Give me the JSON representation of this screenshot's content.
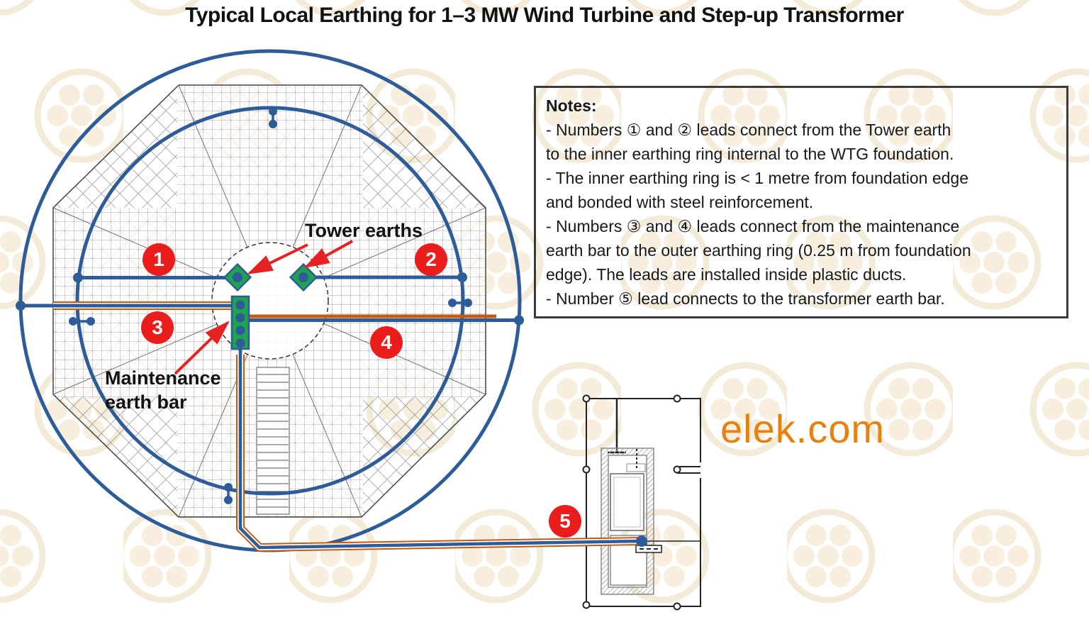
{
  "title": "Typical Local Earthing for 1–3 MW Wind Turbine and Step-up Transformer",
  "brand": {
    "text": "elek.com"
  },
  "colors": {
    "ring_blue": "#2E5C99",
    "duct_orange": "#C55A11",
    "marker_red": "#EB1C1C",
    "bar_green": "#1FA350",
    "arrow_red": "#E62222",
    "brand_orange": "#E8800F"
  },
  "notes": {
    "heading": "Notes:",
    "lines": [
      "- Numbers ① and ② leads connect from the Tower earth",
      "to the inner earthing ring internal to the WTG foundation.",
      "- The inner earthing ring is < 1 metre from foundation edge",
      "and bonded with steel reinforcement.",
      "- Numbers ③ and ④ leads connect from the maintenance",
      "earth bar to the outer earthing ring (0.25 m from foundation",
      "edge). The leads are installed inside plastic ducts.",
      "- Number ⑤ lead connects to the transformer earth bar."
    ]
  },
  "diagram": {
    "labels": {
      "tower_earths": "Tower earths",
      "maintenance_earth_bar": "Maintenance\nearth bar"
    },
    "markers": [
      {
        "label": "1"
      },
      {
        "label": "2"
      },
      {
        "label": "3"
      },
      {
        "label": "4"
      },
      {
        "label": "5"
      }
    ]
  }
}
